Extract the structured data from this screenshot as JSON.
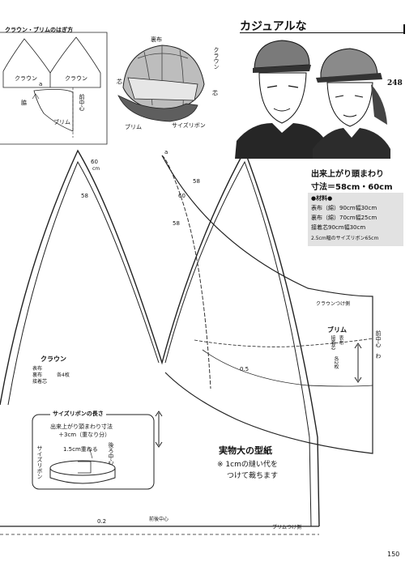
{
  "header": {
    "title": "カジュアルな",
    "page_number": "248"
  },
  "sewing_diagram": {
    "title": "クラウン・ブリムのはぎ方",
    "crown_label_left": "クラウン",
    "crown_label_right": "クラウン",
    "mark_a": "a",
    "waki": "脇",
    "brim": "ブリム",
    "front_center": "前中心"
  },
  "cap_illustration": {
    "lining": "裏布",
    "core_left": "芯",
    "crown": "クラウン",
    "core_right": "芯",
    "brim": "ブリム",
    "size_ribbon": "サイズリボン"
  },
  "specs": {
    "finished_size_line1": "出来上がり頭まわり",
    "finished_size_line2": "寸法＝58cm・60cm",
    "materials_title": "●材料●",
    "materials": [
      "表布（綿）90cm幅30cm",
      "裏布（綿）70cm幅25cm",
      "接着芯90cm幅30cm",
      "2.5cm幅のサイズリボン65cm"
    ]
  },
  "pattern": {
    "mark_a": "a",
    "dim_60_left": "60",
    "dim_58_left": "58",
    "cm": "cm",
    "dim_58_right": "58",
    "dim_60_right": "60",
    "dim_58_lower": "58",
    "crown_join_side": "クラウンつけ側",
    "brim_title": "ブリム",
    "brim_materials": [
      "表布",
      "接着芯"
    ],
    "brim_count": "各2枚",
    "front_center_wa": "前中心　わ",
    "dim_05": "0.5",
    "crown_title": "クラウン",
    "crown_materials": [
      "表布",
      "裏布",
      "接着芯"
    ],
    "crown_count": "各4枚",
    "dim_02": "0.2",
    "front_center_bottom": "前後中心",
    "brim_join_side": "ブリムつけ側"
  },
  "ribbon_box": {
    "title": "サイズリボンの長さ",
    "line1": "出来上がり頭まわり寸法",
    "line2": "＋3cm（重なり分）",
    "overlap": "1.5cm重ねる",
    "back_center": "後ろ中心",
    "side_label": "サイズリボン"
  },
  "notes": {
    "title": "実物大の型紙",
    "line1": "※ 1cmの縫い代を",
    "line2": "つけて裁ちます"
  },
  "footer": {
    "page": "150"
  }
}
